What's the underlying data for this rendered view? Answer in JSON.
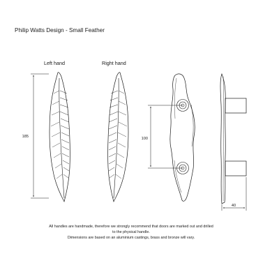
{
  "title": "Philip Watts Design - Small Feather",
  "views": {
    "left_label": "Left hand",
    "right_label": "Right hand"
  },
  "dimensions": {
    "height": "185",
    "spacing": "100",
    "projection": "40"
  },
  "notes": [
    "All handles are handmade, therefore we strongly recommend that doors are marked out and drilled",
    "to the physical handle.",
    "Dimensions are based on an aluminium castings, brass and bronze will vary."
  ],
  "colors": {
    "line": "#1a1a1a",
    "background": "#ffffff"
  }
}
